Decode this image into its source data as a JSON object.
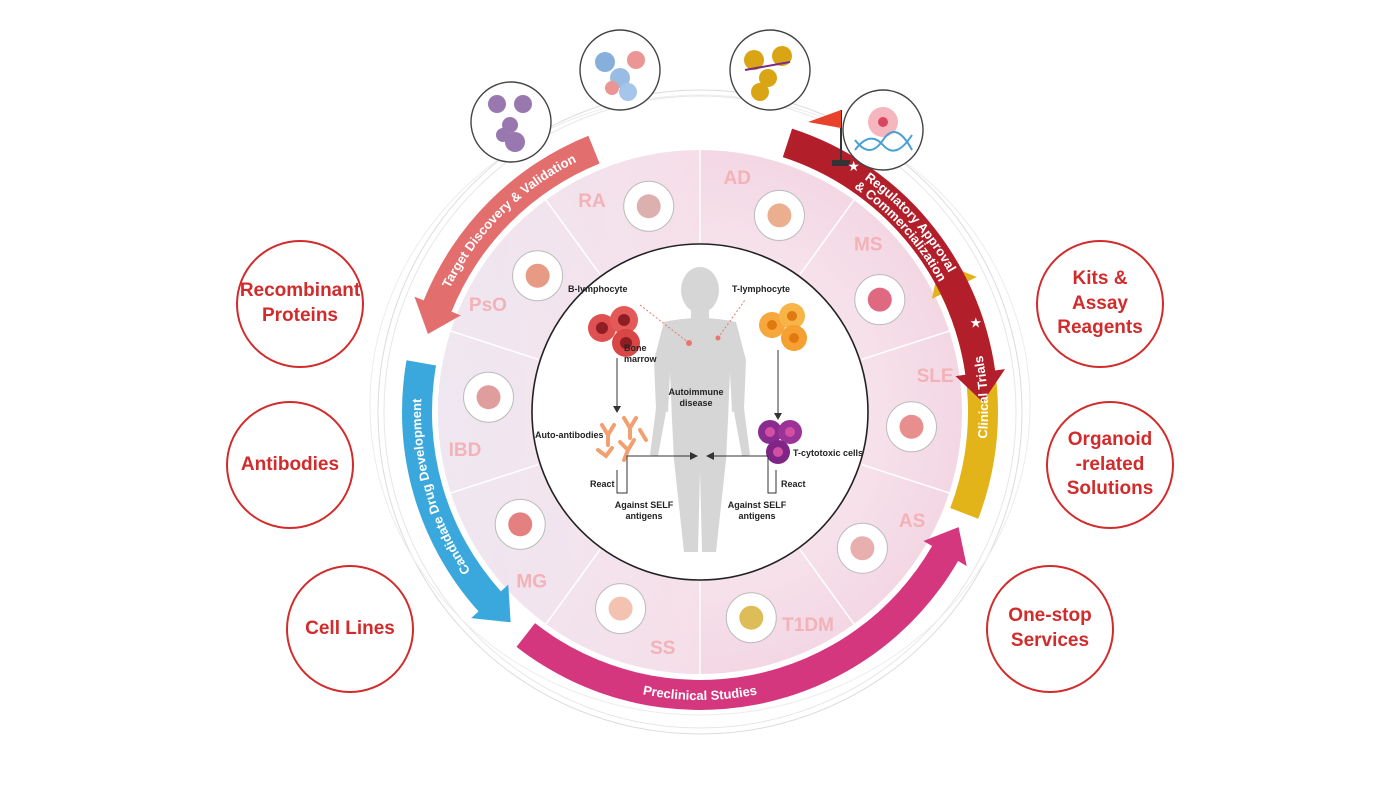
{
  "services_left": [
    "Recombinant\nProteins",
    "Antibodies",
    "Cell Lines"
  ],
  "services_right": [
    "Kits & Assay\nReagents",
    "Organoid\n-related\nSolutions",
    "One-stop\nServices"
  ],
  "stages": {
    "target": "Target Discovery & Validation",
    "candidate": "Candidate Drug Development",
    "preclinical": "Preclinical Studies",
    "clinical": "Clinical Trials",
    "regulatory_1": "Regulatory Approval",
    "regulatory_2": "& Commercialization"
  },
  "diseases": [
    "AD",
    "MS",
    "SLE",
    "AS",
    "T1DM",
    "SS",
    "MG",
    "IBD",
    "PsO",
    "RA"
  ],
  "center": {
    "b_cell": "B-lymphocyte",
    "t_cell": "T-lymphocyte",
    "bone_1": "Bone",
    "bone_2": "marrow",
    "disease_1": "Autoimmune",
    "disease_2": "disease",
    "auto_ab": "Auto-antibodies",
    "t_cyto": "T-cytotoxic cells",
    "react_l": "React",
    "react_r": "React",
    "against_l1": "Against SELF",
    "against_l2": "antigens",
    "against_r1": "Against SELF",
    "against_r2": "antigens"
  },
  "colors": {
    "service_red": "#d22b2b",
    "target": "#e26e6e",
    "candidate": "#3aa8dc",
    "preclinical": "#d5377f",
    "clinical": "#e3b419",
    "regulatory": "#b21f2a",
    "disease_text": "#f2b2b8"
  },
  "icons": {
    "proteins": [
      "antibody-protein-purple-icon",
      "protein-complex-blue-icon",
      "antibody-yellow-icon",
      "dna-cell-icon"
    ],
    "flag": "red-flag-icon",
    "star": "star-icon"
  }
}
